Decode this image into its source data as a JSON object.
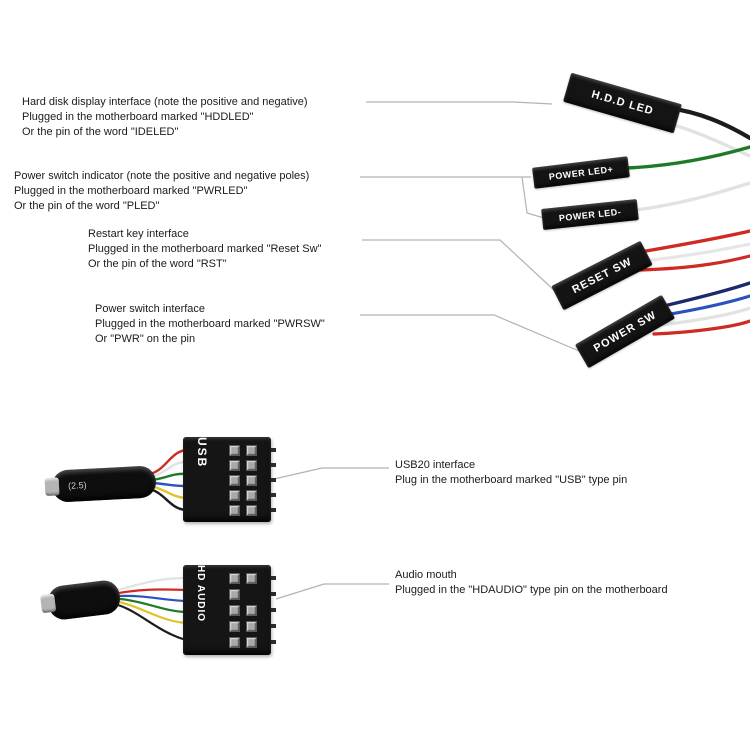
{
  "annotations": {
    "hdd": {
      "lines": [
        "Hard disk display interface (note the positive and negative)",
        "Plugged in the motherboard marked \"HDDLED\"",
        "Or the pin of the word \"IDELED\""
      ]
    },
    "pwrled": {
      "lines": [
        "Power switch indicator (note the positive and negative poles)",
        "Plugged in the motherboard marked \"PWRLED\"",
        "Or the pin of the word \"PLED\""
      ]
    },
    "reset": {
      "lines": [
        "Restart key interface",
        "Plugged in the motherboard marked \"Reset Sw\"",
        "Or the pin of the word \"RST\""
      ]
    },
    "pwrsw": {
      "lines": [
        "Power switch interface",
        "Plugged in the motherboard marked \"PWRSW\"",
        "Or \"PWR\" on the pin"
      ]
    },
    "usb": {
      "lines": [
        "USB20 interface",
        "Plug in the motherboard marked \"USB\" type pin"
      ]
    },
    "audio": {
      "lines": [
        "Audio mouth",
        "Plugged in the \"HDAUDIO\" type pin on the motherboard"
      ]
    }
  },
  "connectors": {
    "hdd_led": "H.D.D LED",
    "power_led_plus": "POWER LED+",
    "power_led_minus": "POWER LED-",
    "reset_sw": "RESET SW",
    "power_sw": "POWER SW",
    "usb": "USB",
    "hd_audio": "HD AUDIO",
    "usb_cable_marking": "(2.5)"
  },
  "colors": {
    "connector_body": "#141414",
    "connector_text": "#ffffff",
    "callout_line": "#b3b3b3",
    "wire_black": "#1c1c1c",
    "wire_white": "#e2e2e2",
    "wire_green": "#1f7a28",
    "wire_red": "#cf2b24",
    "wire_navy": "#1b2a6b",
    "wire_blue": "#2a52be",
    "wire_yellow": "#e0c32a"
  }
}
